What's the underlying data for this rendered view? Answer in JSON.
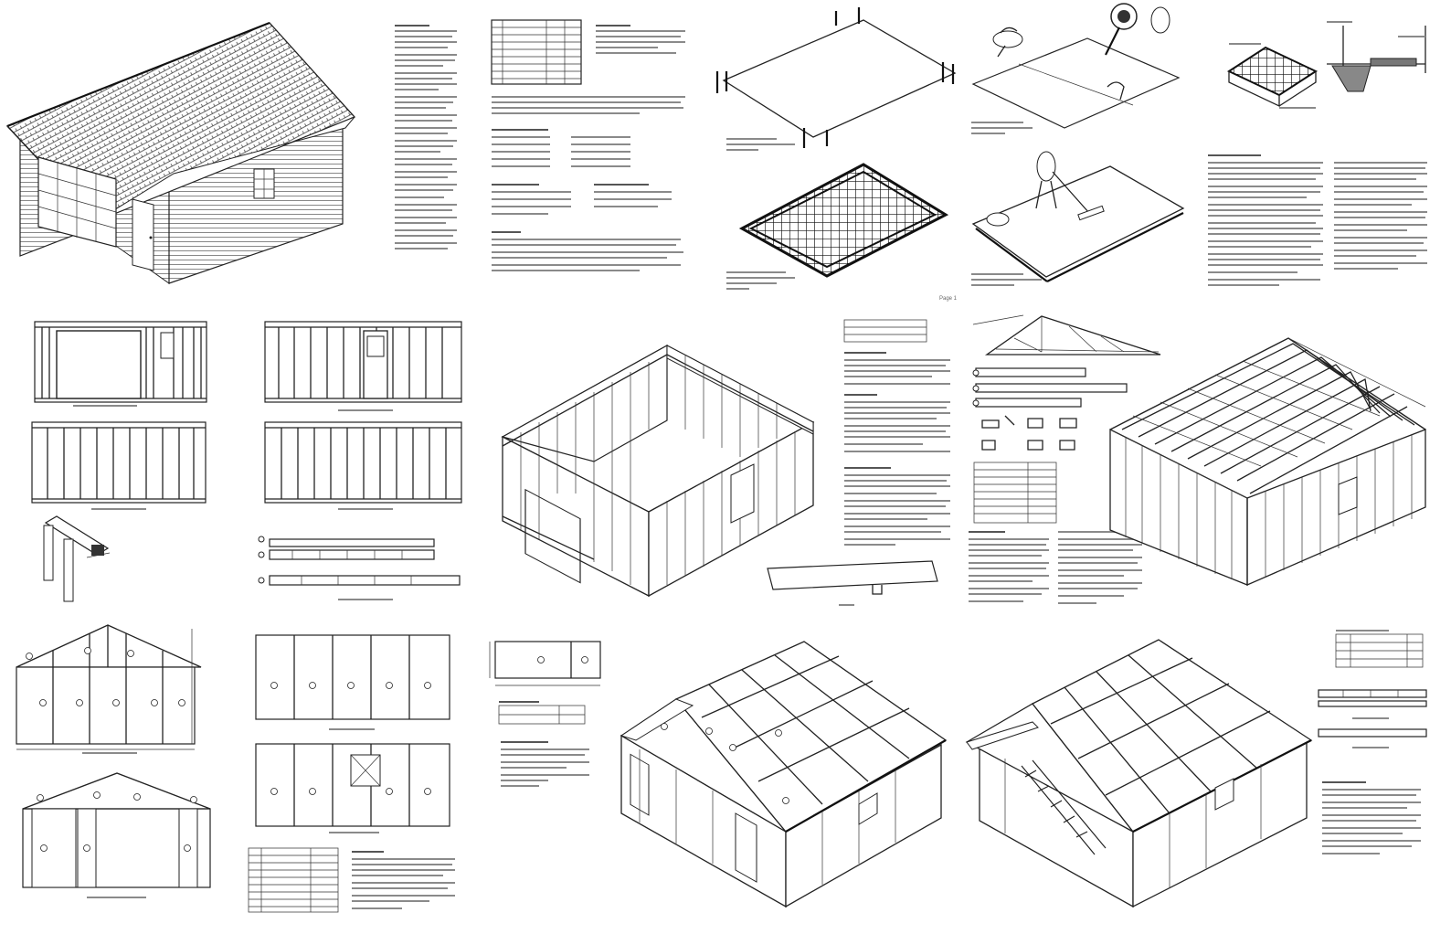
{
  "page": {
    "label": "Page 1"
  },
  "colors": {
    "ink": "#222222",
    "paper": "#ffffff",
    "text_gray": "#8a8a8a"
  },
  "figures": [
    "garage-3d-render",
    "foundation-layout",
    "concrete-pour",
    "slab-section-detail",
    "wall-framing-elevations",
    "corner-detail",
    "header-details",
    "wall-framing-3d",
    "truss-detail",
    "roof-framing-3d",
    "gable-framing",
    "wall-sheathing",
    "roof-sheathing-3d",
    "roof-shingling-3d"
  ]
}
